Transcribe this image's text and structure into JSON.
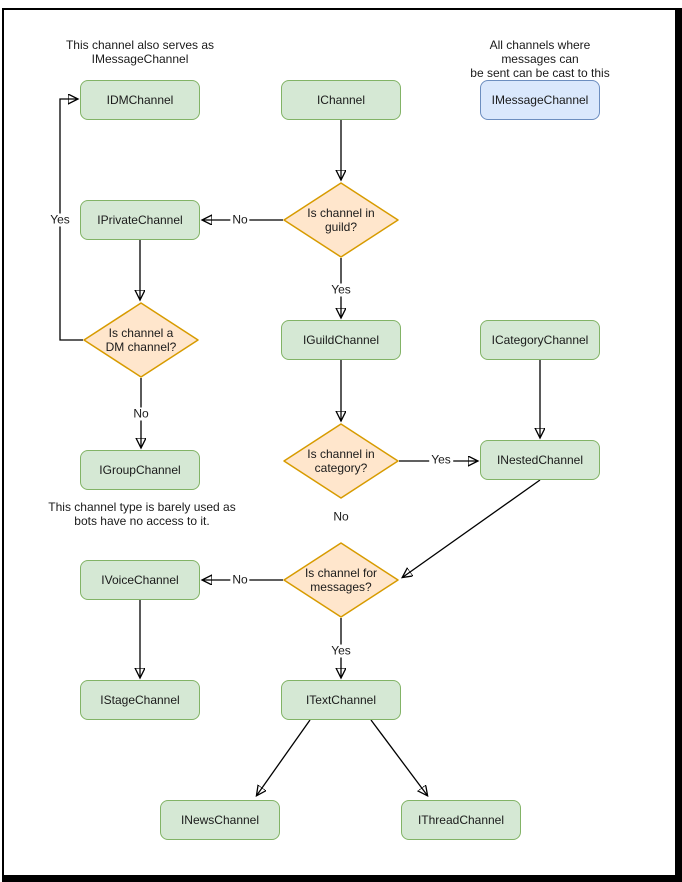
{
  "notes": {
    "dm_serves": "This channel also serves as\nIMessageChannel",
    "imessage_cast": "All channels where messages can\nbe sent can be cast to this type.",
    "group_barely_used": "This channel type is barely used as\nbots have no access to it."
  },
  "nodes": {
    "idm": "IDMChannel",
    "ichannel": "IChannel",
    "imessage": "IMessageChannel",
    "iprivate": "IPrivateChannel",
    "iguild": "IGuildChannel",
    "icategory": "ICategoryChannel",
    "igroup": "IGroupChannel",
    "inested": "INestedChannel",
    "ivoice": "IVoiceChannel",
    "itext": "ITextChannel",
    "istage": "IStageChannel",
    "inews": "INewsChannel",
    "ithread": "IThreadChannel"
  },
  "decisions": {
    "guild": "Is channel in\nguild?",
    "dm": "Is channel a\nDM channel?",
    "category": "Is channel in\ncategory?",
    "messages": "Is channel for\nmessages?"
  },
  "labels": {
    "yes": "Yes",
    "no": "No"
  },
  "colors": {
    "node_fill": "#d5e8d4",
    "node_border": "#82b366",
    "highlight_fill": "#dae8fc",
    "highlight_border": "#6c8ebf",
    "decision_fill": "#ffe6cc",
    "decision_border": "#d79b00",
    "line": "#000000",
    "frame": "#000000"
  }
}
